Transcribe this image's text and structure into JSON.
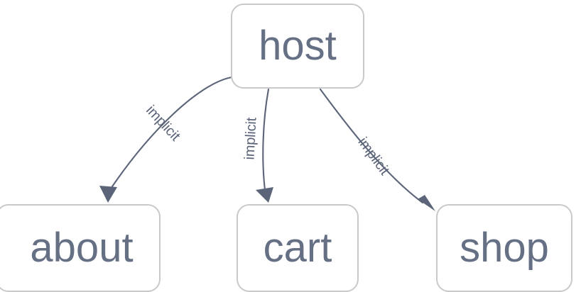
{
  "diagram": {
    "type": "directed-graph",
    "background_color": "#ffffff",
    "node_border_color": "#c9c9c9",
    "node_fill_color": "#ffffff",
    "node_text_color": "#667085",
    "edge_color": "#5b6478",
    "edge_label_color": "#5b6478",
    "nodes": [
      {
        "id": "host",
        "label": "host"
      },
      {
        "id": "about",
        "label": "about"
      },
      {
        "id": "cart",
        "label": "cart"
      },
      {
        "id": "shop",
        "label": "shop"
      }
    ],
    "edges": [
      {
        "id": "host-about",
        "source": "host",
        "target": "about",
        "label": "implicit"
      },
      {
        "id": "host-cart",
        "source": "host",
        "target": "cart",
        "label": "implicit"
      },
      {
        "id": "host-shop",
        "source": "host",
        "target": "shop",
        "label": "implicit"
      }
    ]
  }
}
